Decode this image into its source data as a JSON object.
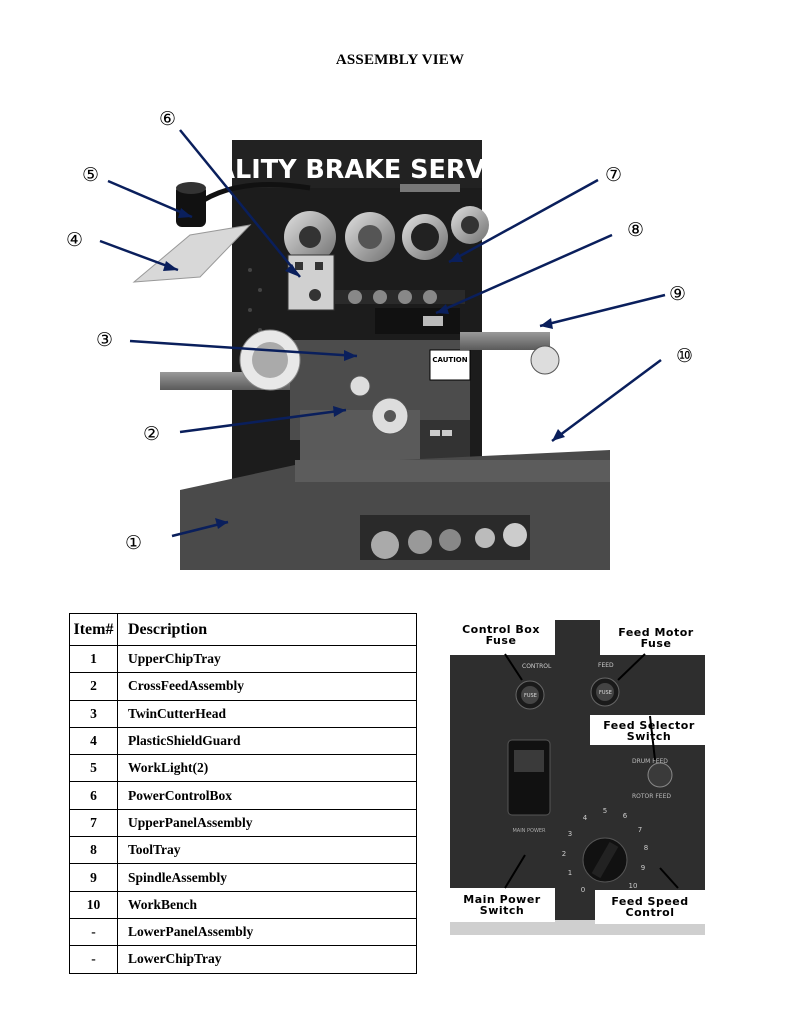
{
  "title": "ASSEMBLY VIEW",
  "machine": {
    "sign_text": "QUALITY BRAKE SERVICE",
    "caution_text": "CAUTION"
  },
  "callouts": [
    "①",
    "②",
    "③",
    "④",
    "⑤",
    "⑥",
    "⑦",
    "⑧",
    "⑨",
    "⑩"
  ],
  "table": {
    "headers": [
      "Item#",
      "Description"
    ],
    "rows": [
      {
        "item": "1",
        "description": "UpperChipTray"
      },
      {
        "item": "2",
        "description": "CrossFeedAssembly"
      },
      {
        "item": "3",
        "description": "TwinCutterHead"
      },
      {
        "item": "4",
        "description": "PlasticShieldGuard"
      },
      {
        "item": "5",
        "description": "WorkLight(2)"
      },
      {
        "item": "6",
        "description": "PowerControlBox"
      },
      {
        "item": "7",
        "description": "UpperPanelAssembly"
      },
      {
        "item": "8",
        "description": "ToolTray"
      },
      {
        "item": "9",
        "description": "SpindleAssembly"
      },
      {
        "item": "10",
        "description": "WorkBench"
      },
      {
        "item": "-",
        "description": "LowerPanelAssembly"
      },
      {
        "item": "-",
        "description": "LowerChipTray"
      }
    ]
  },
  "control_panel": {
    "labels": {
      "control_box_fuse": "Control Box Fuse",
      "feed_motor_fuse": "Feed Motor Fuse",
      "feed_selector_switch": "Feed Selector Switch",
      "main_power_switch": "Main Power Switch",
      "feed_speed_control": "Feed Speed Control"
    },
    "panel_text": {
      "control": "CONTROL",
      "feed": "FEED",
      "fuse": "FUSE",
      "drum_feed": "DRUM FEED",
      "rotor_feed": "ROTOR FEED",
      "main_power": "MAIN POWER"
    },
    "dial_numbers": [
      "0",
      "1",
      "2",
      "3",
      "4",
      "5",
      "6",
      "7",
      "8",
      "9",
      "10"
    ]
  }
}
